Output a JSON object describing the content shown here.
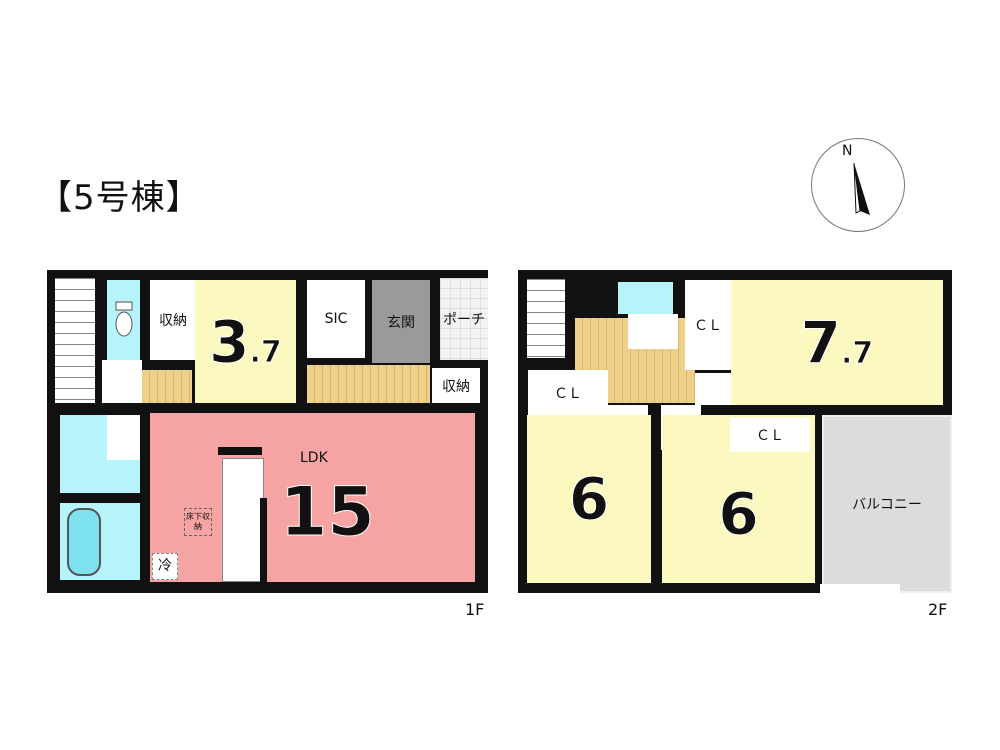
{
  "title": "【5号棟】",
  "compass": {
    "label": "N"
  },
  "floor1": {
    "label": "1F",
    "rooms": {
      "storage_left": "収納",
      "room_size": "3",
      "room_size_decimal": ".7",
      "sic": "SIC",
      "entrance": "玄関",
      "porch": "ポーチ",
      "storage_right": "収納",
      "ldk": "LDK",
      "ldk_size": "15",
      "underfloor_storage": "床下収納",
      "fridge": "冷"
    }
  },
  "floor2": {
    "label": "2F",
    "rooms": {
      "cl_top": "ＣＬ",
      "room_large_size": "7",
      "room_large_decimal": ".7",
      "cl_left": "ＣＬ",
      "cl_right": "ＣＬ",
      "room_left_size": "6",
      "room_right_size": "6",
      "balcony": "バルコニー"
    }
  }
}
